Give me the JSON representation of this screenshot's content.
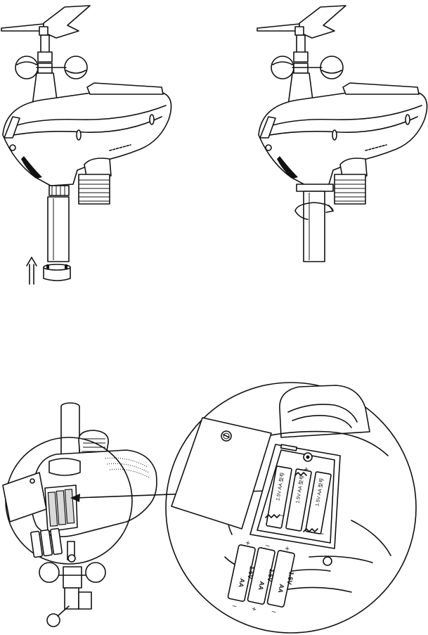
{
  "battery": {
    "label_a": "AA",
    "label_b": "1.5V",
    "plus": "+",
    "minus": "−",
    "cover_label": "1.5V AA 型号"
  },
  "colors": {
    "line": "#111111",
    "background": "#ffffff"
  }
}
